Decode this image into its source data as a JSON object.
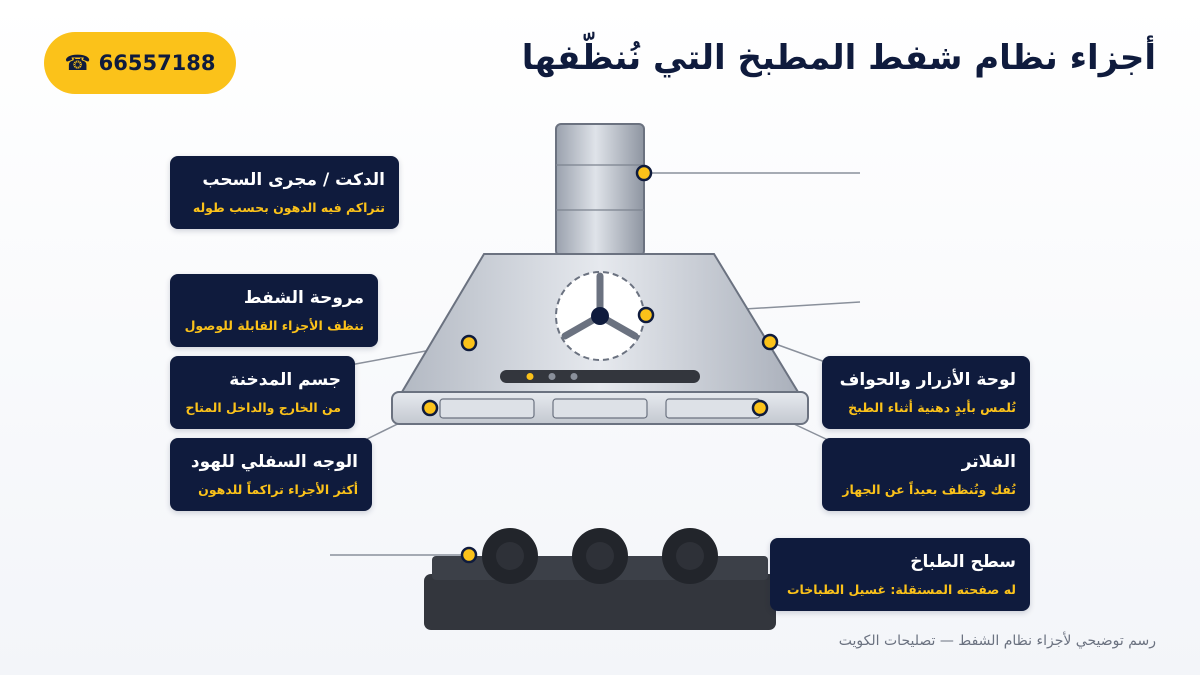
{
  "title": "أجزاء نظام شفط المطبخ التي نُنظّفها",
  "phone": {
    "icon": "phone-icon",
    "glyph": "☎",
    "number": "66557188"
  },
  "labels": [
    {
      "id": "duct",
      "title": "الدكت / مجرى السحب",
      "desc": "تتراكم فيه الدهون بحسب طوله"
    },
    {
      "id": "fan",
      "title": "مروحة الشفط",
      "desc": "ننظف الأجزاء القابلة للوصول"
    },
    {
      "id": "body",
      "title": "جسم المدخنة",
      "desc": "من الخارج والداخل المتاح"
    },
    {
      "id": "underside",
      "title": "الوجه السفلي للهود",
      "desc": "أكثر الأجزاء تراكماً للدهون"
    },
    {
      "id": "controls",
      "title": "لوحة الأزرار والحواف",
      "desc": "تُلمس بأيدٍ دهنية أثناء الطبخ"
    },
    {
      "id": "filters",
      "title": "الفلاتر",
      "desc": "تُفك وتُنظف بعيداً عن الجهاز"
    },
    {
      "id": "stove",
      "title": "سطح الطباخ",
      "desc": "له صفحته المستقلة: غسيل الطباخات"
    }
  ],
  "caption": "رسم توضيحي لأجزاء نظام الشفط — تصليحات الكويت",
  "colors": {
    "navy": "#0f1b3d",
    "accent": "#fbc21a",
    "steel": "#b8bec8",
    "stove": "#33363d"
  }
}
